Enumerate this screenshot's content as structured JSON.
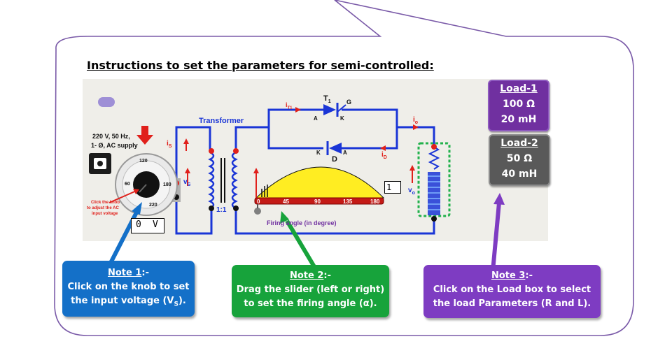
{
  "instructions_title": "Instructions to set the parameters for semi-controlled:",
  "circuit": {
    "supply_label_line1": "220 V, 50 Hz,",
    "supply_label_line2": "1- Ø, AC supply",
    "transformer_label": "Transformer",
    "ratio_label": "1:1",
    "knob_hint_lines": [
      "Click the knob",
      "to adjust the AC",
      "input voltage"
    ],
    "knob_scale": [
      "60",
      "120",
      "180",
      "220"
    ],
    "voltage_value": "0",
    "voltage_unit": "V",
    "firing_angle_value": "1",
    "firing_angle_label": "Firing angle (in degree)",
    "scale_ticks": [
      "0",
      "45",
      "90",
      "135",
      "180"
    ],
    "labels": {
      "is": "i",
      "is_sub": "S",
      "vs": "v",
      "vs_sub": "S",
      "it1": "i",
      "it1_sub": "T1",
      "t1": "T",
      "t1_sub": "1",
      "g": "G",
      "a1": "A",
      "k1": "K",
      "k2": "K",
      "a2": "A",
      "d": "D",
      "io": "i",
      "io_sub": "o",
      "id": "i",
      "id_sub": "D",
      "vo": "v",
      "vo_sub": "o"
    }
  },
  "loads": [
    {
      "title": "Load-1",
      "r": "100 Ω",
      "l": "20 mH"
    },
    {
      "title": "Load-2",
      "r": "50 Ω",
      "l": "40 mH"
    }
  ],
  "notes": [
    {
      "title": "Note 1",
      "suffix": ":-",
      "line1": "Click on the knob to set",
      "line2": "the input voltage (V",
      "line2_sub": "S",
      "line2_end": ")."
    },
    {
      "title": "Note 2",
      "suffix": ":-",
      "line1": "Drag the slider (left or right)",
      "line2": "to set the firing angle (α)."
    },
    {
      "title": "Note 3",
      "suffix": ":-",
      "line1": "Click on the Load box to select",
      "line2": "the load Parameters (R and L)."
    }
  ],
  "colors": {
    "callout_border": "#7a5aa8",
    "wire": "#1a35d6",
    "note1": "#1470c8",
    "note2": "#17a33b",
    "note3": "#7e3cc2",
    "load1": "#7030a0",
    "load2": "#595959"
  }
}
